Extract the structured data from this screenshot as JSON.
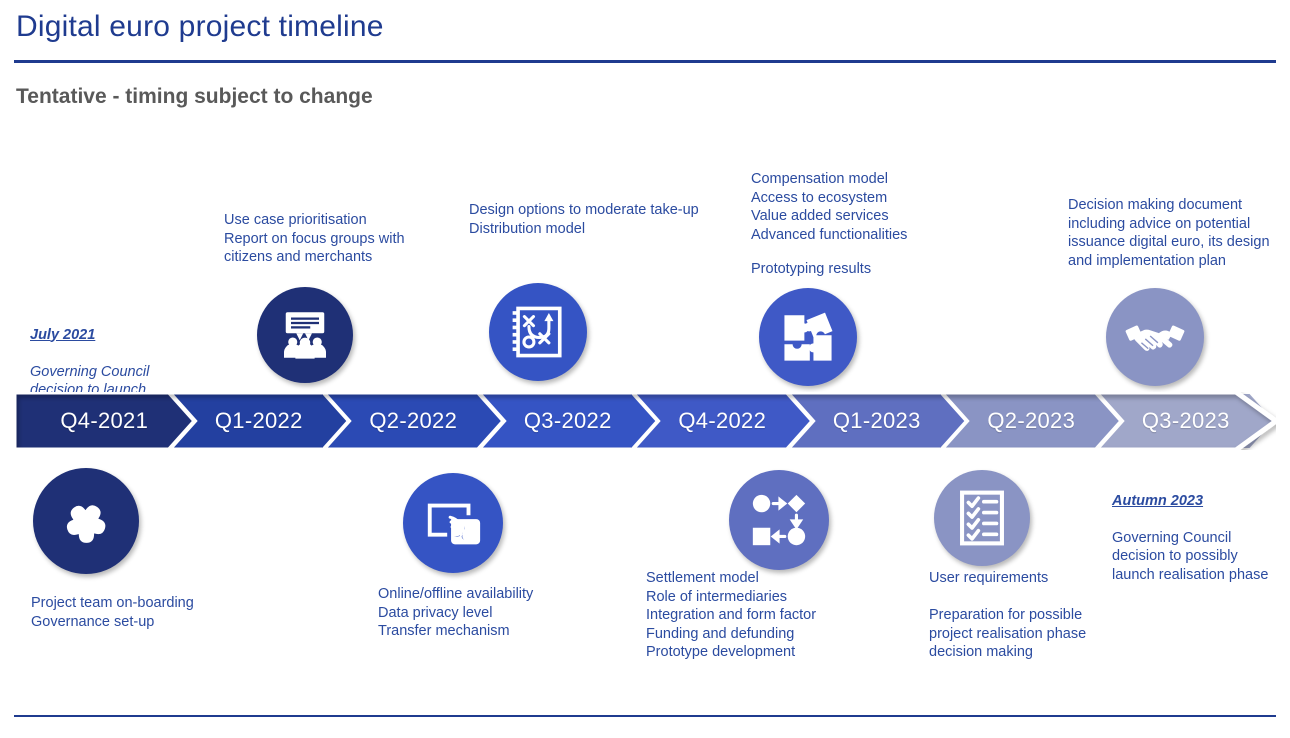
{
  "header": {
    "title": "Digital euro project timeline",
    "subtitle": "Tentative - timing subject to change",
    "title_color": "#1f3b8f",
    "subtitle_color": "#595959"
  },
  "timeline": {
    "segments": [
      {
        "label": "Q4-2021",
        "color": "#1f3076"
      },
      {
        "label": "Q1-2022",
        "color": "#2340a0"
      },
      {
        "label": "Q2-2022",
        "color": "#2b4ab4"
      },
      {
        "label": "Q3-2022",
        "color": "#3554c4"
      },
      {
        "label": "Q4-2022",
        "color": "#3f59c6"
      },
      {
        "label": "Q1-2023",
        "color": "#5f6fc0"
      },
      {
        "label": "Q2-2023",
        "color": "#8a94c4"
      },
      {
        "label": "Q3-2023",
        "color": "#a0a7c9"
      }
    ]
  },
  "milestones": {
    "july_2021": {
      "lead": "July 2021",
      "body": "Governing Council\ndecision to launch\ninvestigation phase"
    },
    "use_case": {
      "body": "Use case prioritisation\nReport on focus groups with\ncitizens and merchants"
    },
    "design_options": {
      "body": "Design options to moderate take-up\nDistribution model"
    },
    "compensation": {
      "body": "Compensation model\nAccess to ecosystem\nValue added services\nAdvanced functionalities"
    },
    "prototyping": {
      "body": "Prototyping results"
    },
    "decision_document": {
      "body": "Decision making document\nincluding advice on potential\nissuance digital euro, its design\nand implementation plan"
    },
    "project_team": {
      "body": "Project team  on-boarding\nGovernance set-up"
    },
    "online_offline": {
      "body": "Online/offline availability\nData privacy level\nTransfer mechanism"
    },
    "settlement": {
      "body": "Settlement model\nRole of intermediaries\nIntegration and form factor\nFunding and defunding\nPrototype development"
    },
    "user_requirements": {
      "body": "User requirements"
    },
    "preparation": {
      "body": "Preparation for possible\nproject realisation phase\ndecision making"
    },
    "autumn_2023": {
      "lead": "Autumn 2023",
      "body": "Governing Council\ndecision to possibly\nlaunch realisation phase"
    }
  },
  "icons": {
    "focus_group": {
      "name": "focus-group-icon",
      "color": "#1f3076"
    },
    "strategy": {
      "name": "strategy-board-icon",
      "color": "#3554c4"
    },
    "puzzle": {
      "name": "puzzle-pieces-icon",
      "color": "#3f59c6"
    },
    "handshake": {
      "name": "handshake-icon",
      "color": "#8a94c4"
    },
    "teamwork": {
      "name": "teamwork-hands-icon",
      "color": "#1f3076"
    },
    "wireless_device": {
      "name": "wireless-device-icon",
      "color": "#3554c4"
    },
    "flowchart": {
      "name": "flowchart-icon",
      "color": "#5f6fc0"
    },
    "checklist": {
      "name": "checklist-icon",
      "color": "#8a94c4"
    }
  }
}
